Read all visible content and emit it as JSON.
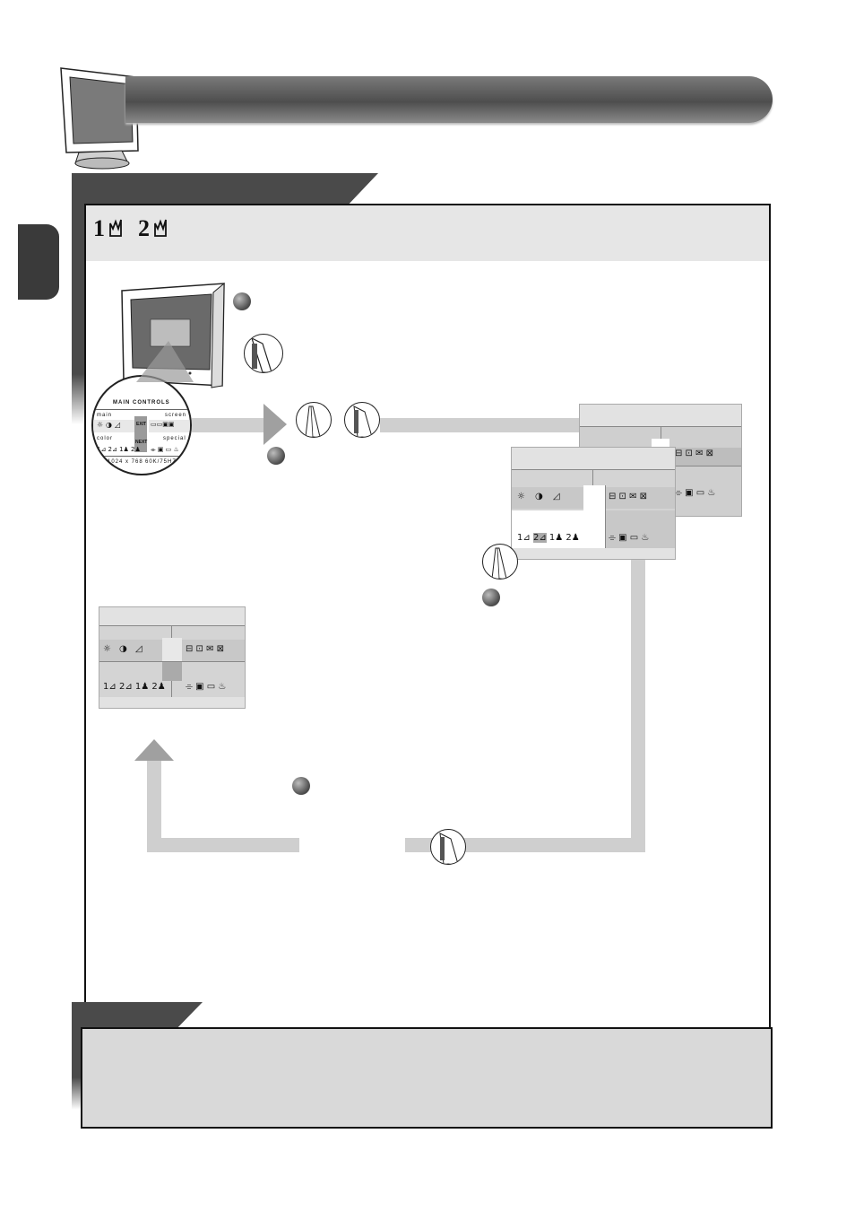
{
  "header": {
    "preset_icon_1": "1",
    "preset_icon_2": "2"
  },
  "loupe": {
    "title": "MAIN CONTROLS",
    "tab_main": "main",
    "tab_screen": "screen",
    "tab_color": "color",
    "tab_special": "special",
    "btn_exit": "EXIT",
    "btn_next": "NEXT",
    "resolution": "1024 x 768",
    "frequency": "60K/75HZ"
  },
  "osd_icons": {
    "preset1": "1",
    "preset2": "2",
    "user1": "1",
    "user2": "2"
  },
  "icons": {
    "monitor": "monitor-icon",
    "pen": "stylus-pen-icon",
    "bullet": "step-bullet-icon",
    "brightness": "sun-icon",
    "contrast": "contrast-icon"
  },
  "colors": {
    "dark_band": "#4a4a4a",
    "light_band": "#e6e6e6",
    "flow_arrow": "#cfcfcf"
  }
}
